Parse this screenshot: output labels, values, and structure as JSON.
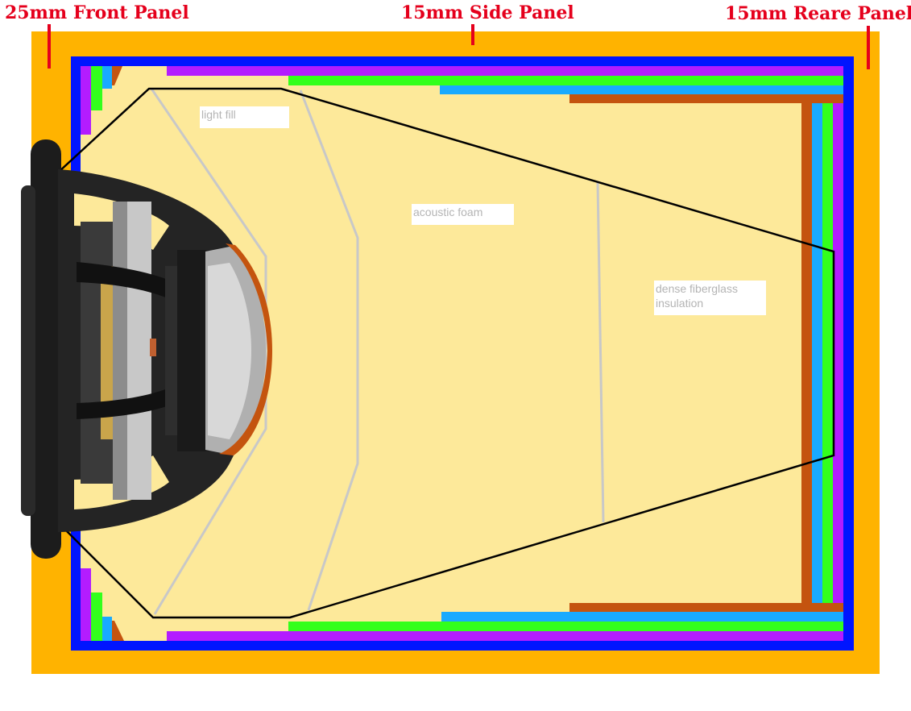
{
  "panels": {
    "front": "25mm Front Panel",
    "side": "15mm Side Panel",
    "rear": "15mm Reare Panel"
  },
  "fill_zones": {
    "light": "light fill",
    "foam": "acoustic foam",
    "dense_line1": "dense fiberglass",
    "dense_line2": "insulation"
  },
  "colors": {
    "cabinet_wood": "#ffb300",
    "interior": "#fde99a",
    "layer_blue": "#0015ff",
    "layer_purple": "#b31cff",
    "layer_green": "#33ff1c",
    "layer_cyan": "#19aaff",
    "layer_brown": "#c4540f",
    "marker_red": "#e5001c",
    "divider_gray": "#c8c8c8",
    "outline_black": "#000000"
  },
  "icons": {
    "woofer": "subwoofer-driver-icon"
  }
}
